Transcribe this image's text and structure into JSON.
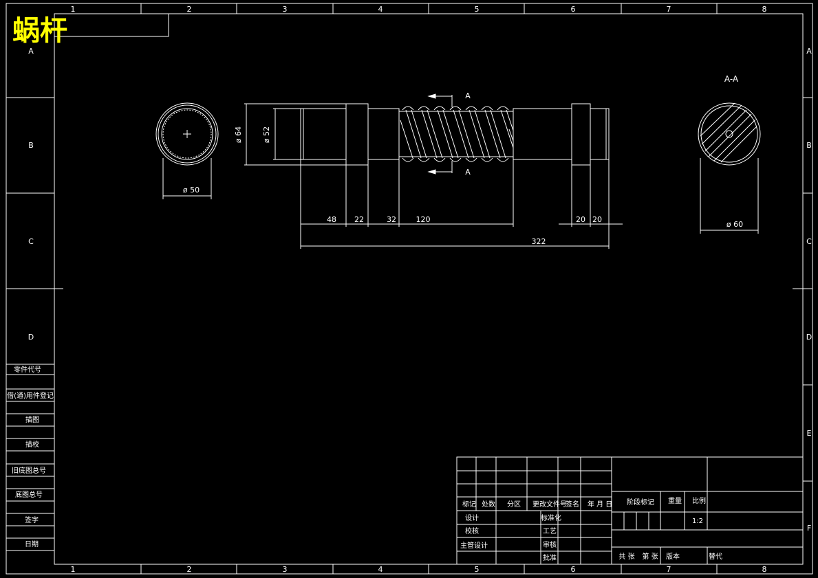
{
  "title": "蜗杆",
  "grid": {
    "columns": [
      "1",
      "2",
      "3",
      "4",
      "5",
      "6",
      "7",
      "8"
    ],
    "rows_left": [
      "A",
      "B",
      "C",
      "D"
    ],
    "rows_right": [
      "A",
      "B",
      "C",
      "D",
      "E",
      "F"
    ]
  },
  "section_label": "A-A",
  "cut_marks": [
    "A",
    "A"
  ],
  "dimensions": {
    "dia_left_view": "ø 50",
    "dia_section_view": "ø 60",
    "dia_outer": "ø 64",
    "dia_inner": "ø 52",
    "lengths": [
      "48",
      "22",
      "32",
      "120",
      "20",
      "20"
    ],
    "total": "322"
  },
  "side_table": [
    "零件代号",
    "借(通)用件登记",
    "描图",
    "描校",
    "旧底图总号",
    "底图总号",
    "签字",
    "日期"
  ],
  "title_block": {
    "rev_header": [
      "标记",
      "处数",
      "分区",
      "更改文件号",
      "签名",
      "年 月 日"
    ],
    "roles_left": [
      "设计",
      "校核",
      "主管设计"
    ],
    "roles_mid": [
      "标准化",
      "工艺",
      "审核",
      "批准"
    ],
    "stage_label": "阶段标记",
    "weight_label": "重量",
    "scale_label": "比例",
    "scale_value": "1:2",
    "sheet_total": "共  张",
    "sheet_no": "第  张",
    "version": "版本",
    "replace": "替代"
  },
  "colors": {
    "background": "#000000",
    "lines": "#ffffff",
    "title": "#ffff00"
  }
}
